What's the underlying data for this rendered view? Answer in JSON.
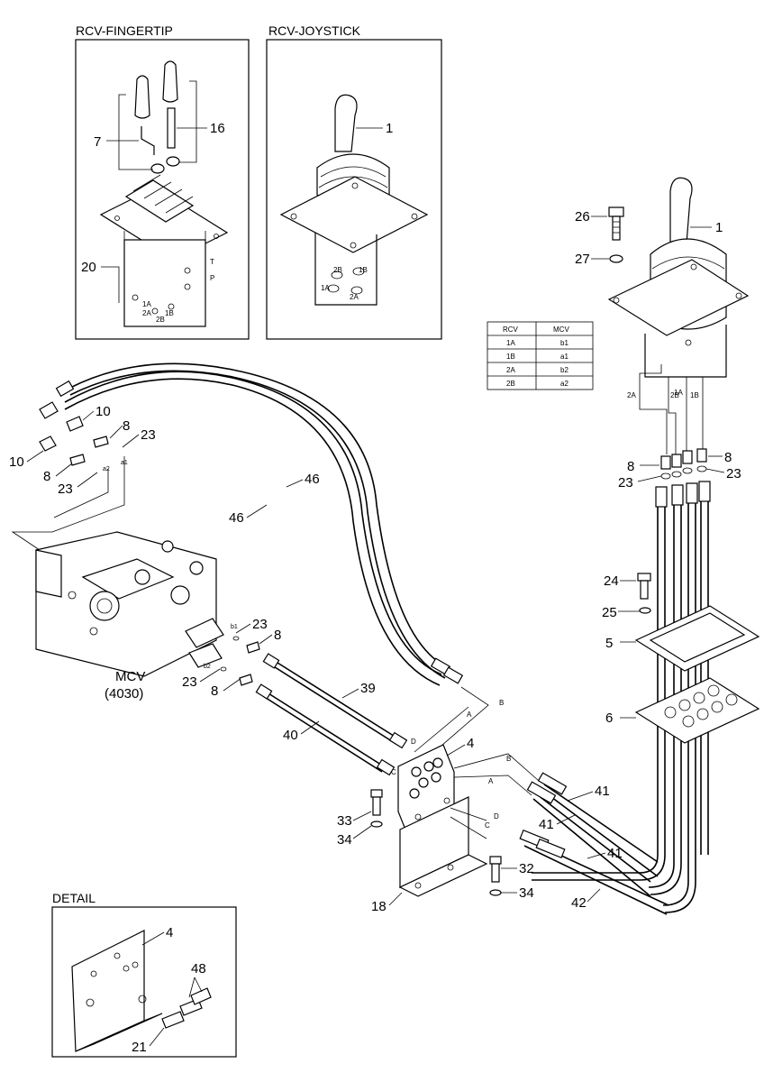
{
  "panels": {
    "fingertip_title": "RCV-FINGERTIP",
    "joystick_title": "RCV-JOYSTICK",
    "detail_title": "DETAIL"
  },
  "mcv_label": "MCV",
  "mcv_model": "(4030)",
  "table": {
    "headers": [
      "RCV",
      "MCV"
    ],
    "rows": [
      [
        "1A",
        "b1"
      ],
      [
        "1B",
        "a1"
      ],
      [
        "2A",
        "b2"
      ],
      [
        "2B",
        "a2"
      ]
    ]
  },
  "callouts": {
    "c1": "1",
    "c4": "4",
    "c5": "5",
    "c6": "6",
    "c7": "7",
    "c8": "8",
    "c10": "10",
    "c16": "16",
    "c18": "18",
    "c20": "20",
    "c21": "21",
    "c23": "23",
    "c24": "24",
    "c25": "25",
    "c26": "26",
    "c27": "27",
    "c32": "32",
    "c33": "33",
    "c34": "34",
    "c39": "39",
    "c40": "40",
    "c41": "41",
    "c42": "42",
    "c46": "46",
    "c48": "48"
  },
  "port_labels": {
    "p1A": "1A",
    "p1B": "1B",
    "p2A": "2A",
    "p2B": "2B",
    "pT": "T",
    "pP": "P",
    "a1": "a1",
    "a2": "a2",
    "b1": "b1",
    "b2": "b2",
    "A": "A",
    "B": "B",
    "C": "C",
    "D": "D"
  }
}
